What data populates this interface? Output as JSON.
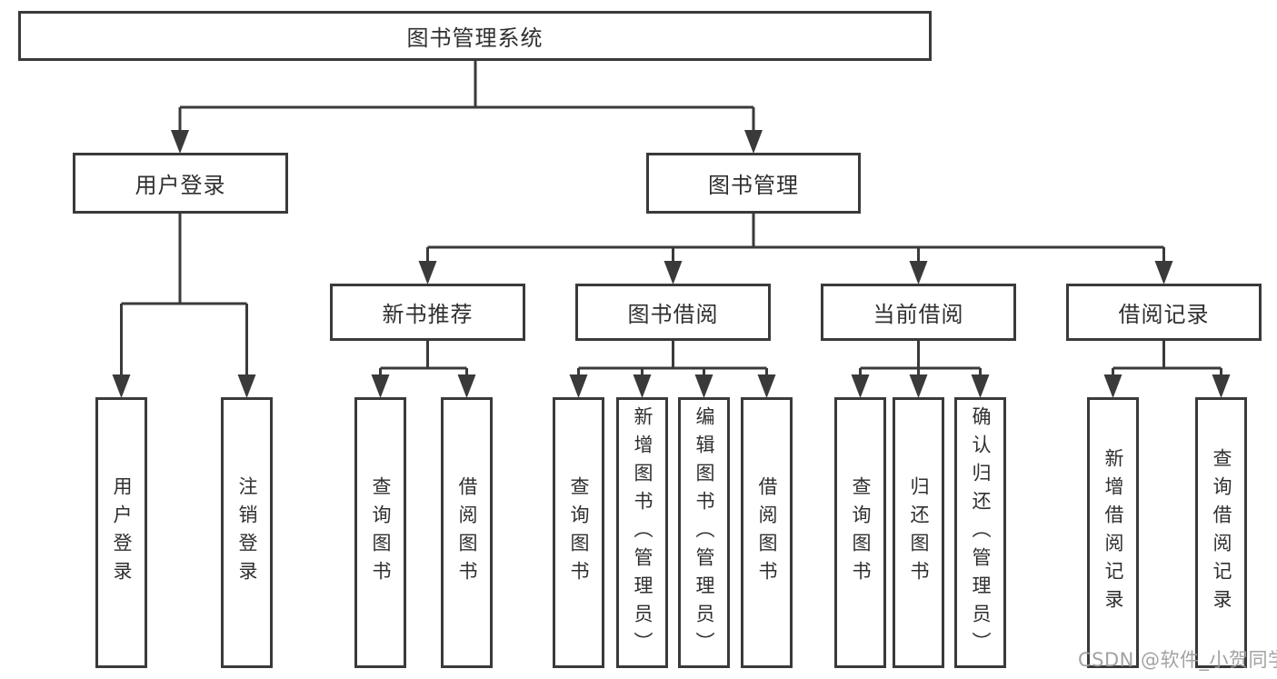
{
  "diagram": {
    "type": "hierarchy-tree",
    "title": "图书管理系统",
    "nodes": {
      "root": {
        "label": "图书管理系统",
        "parent": null
      },
      "user_login_branch": {
        "label": "用户登录",
        "parent": "root"
      },
      "book_management": {
        "label": "图书管理",
        "parent": "root"
      },
      "user_login": {
        "label": "用户登录",
        "parent": "user_login_branch"
      },
      "logout": {
        "label": "注销登录",
        "parent": "user_login_branch"
      },
      "new_book_rec": {
        "label": "新书推荐",
        "parent": "book_management"
      },
      "book_borrow": {
        "label": "图书借阅",
        "parent": "book_management"
      },
      "current_borrow": {
        "label": "当前借阅",
        "parent": "book_management"
      },
      "borrow_records": {
        "label": "借阅记录",
        "parent": "book_management"
      },
      "rec_query_books": {
        "label": "查询图书",
        "parent": "new_book_rec"
      },
      "rec_borrow_books": {
        "label": "借阅图书",
        "parent": "new_book_rec"
      },
      "bb_query_books": {
        "label": "查询图书",
        "parent": "book_borrow"
      },
      "bb_add_books": {
        "label": "新增图书（管理员）",
        "parent": "book_borrow"
      },
      "bb_edit_books": {
        "label": "编辑图书（管理员）",
        "parent": "book_borrow"
      },
      "bb_borrow_books": {
        "label": "借阅图书",
        "parent": "book_borrow"
      },
      "cb_query_books": {
        "label": "查询图书",
        "parent": "current_borrow"
      },
      "cb_return_books": {
        "label": "归还图书",
        "parent": "current_borrow"
      },
      "cb_confirm_return": {
        "label": "确认归还（管理员）",
        "parent": "current_borrow"
      },
      "br_add_record": {
        "label": "新增借阅记录",
        "parent": "borrow_records"
      },
      "br_query_record": {
        "label": "查询借阅记录",
        "parent": "borrow_records"
      }
    }
  },
  "watermark": {
    "text": "CSDN @软件_小贺同学"
  },
  "colors": {
    "background": "#ffffff",
    "line": "#3a3a3a",
    "box_border": "#3a3a3a",
    "box_fill": "#ffffff",
    "text": "#2f2f2f",
    "watermark": "#9b9b9b"
  }
}
